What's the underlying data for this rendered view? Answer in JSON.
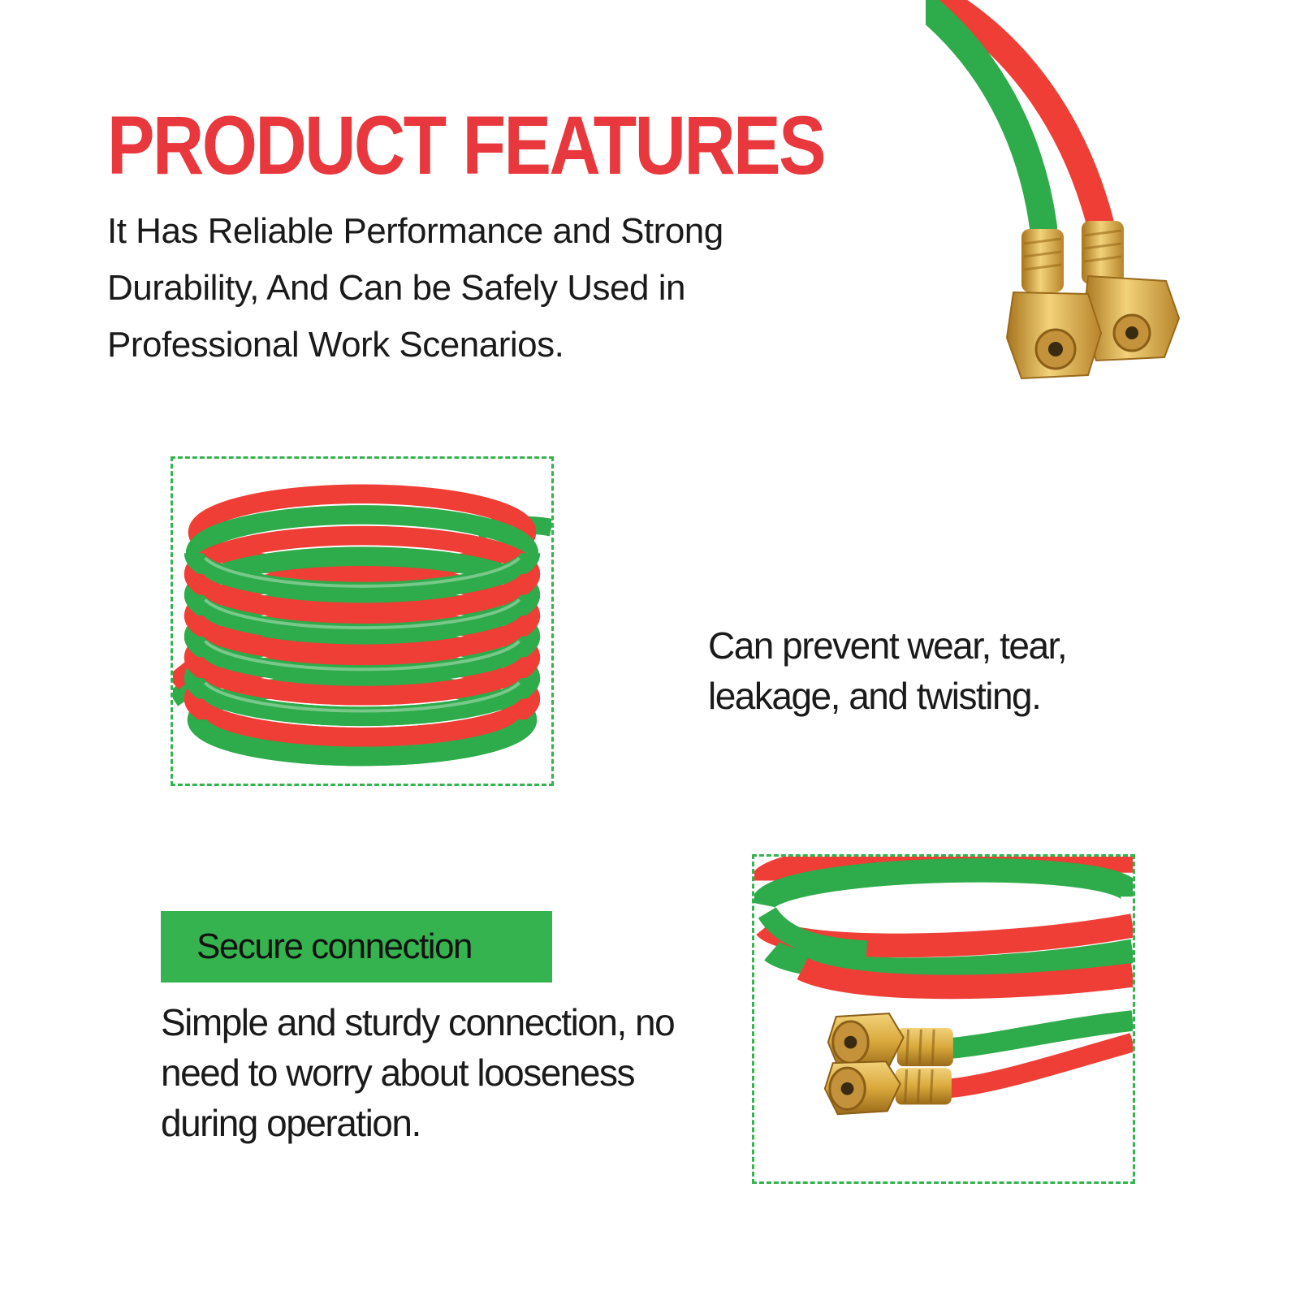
{
  "header": {
    "title": "PRODUCT FEATURES",
    "description": "It Has Reliable Performance and Strong Durability, And Can be Safely Used in Professional Work Scenarios."
  },
  "features": {
    "wear": {
      "text": "Can prevent wear, tear, leakage, and twisting."
    },
    "connection": {
      "badge": "Secure connection",
      "text": "Simple and sturdy connection, no need to worry about looseness during operation."
    }
  },
  "images": {
    "top": "hose-fittings-icon",
    "coil": "coiled-hose-icon",
    "connection": "hose-connector-icon"
  },
  "colors": {
    "title": "#e8383d",
    "text": "#1a1a1a",
    "accent_green": "#35b34f",
    "hose_red": "#ef3e36",
    "hose_green": "#2eab4a",
    "brass": "#d9a93c"
  }
}
